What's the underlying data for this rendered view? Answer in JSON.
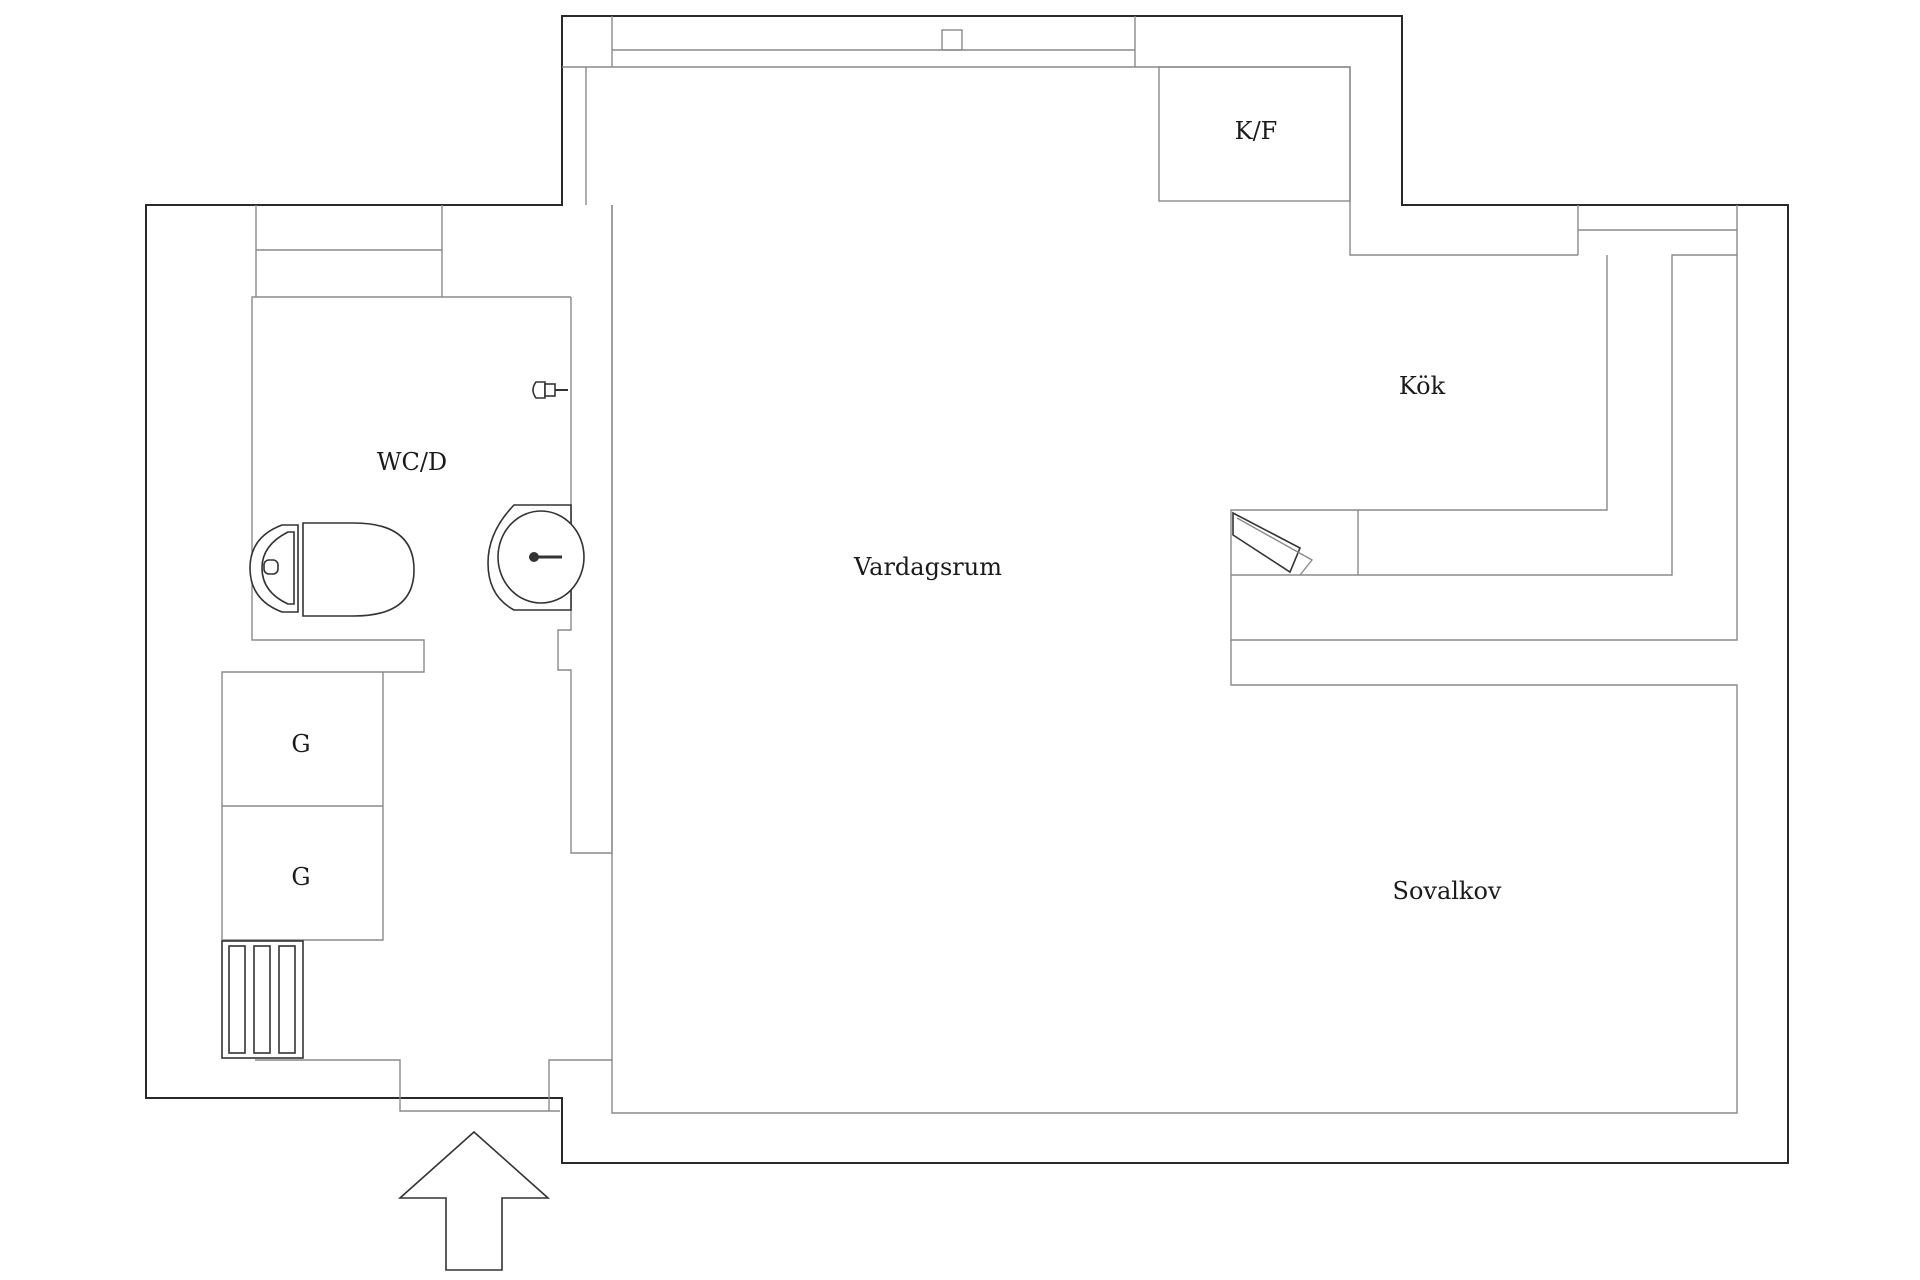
{
  "rooms": {
    "kf": "K/F",
    "kok": "Kök",
    "wcd": "WC/D",
    "vardagsrum": "Vardagsrum",
    "g1": "G",
    "g2": "G",
    "sovalkov": "Sovalkov"
  },
  "icons": {
    "entrance": "entrance-arrow-icon",
    "toilet": "toilet-icon",
    "sink": "sink-icon",
    "stove": "stove-icon",
    "radiator": "radiator-icon"
  },
  "colors": {
    "wall": "#2a2a2a",
    "inner_line": "#8a8a8a",
    "background": "#ffffff"
  }
}
